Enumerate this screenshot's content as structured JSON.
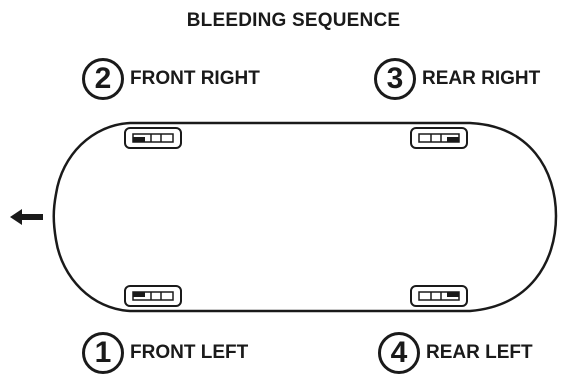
{
  "title": "BLEEDING SEQUENCE",
  "steps": [
    {
      "number": "2",
      "label": "FRONT RIGHT"
    },
    {
      "number": "3",
      "label": "REAR RIGHT"
    },
    {
      "number": "1",
      "label": "FRONT LEFT"
    },
    {
      "number": "4",
      "label": "REAR LEFT"
    }
  ],
  "icons": {
    "direction_arrow": "arrow-left-icon",
    "brake": "brake-caliper-icon"
  }
}
